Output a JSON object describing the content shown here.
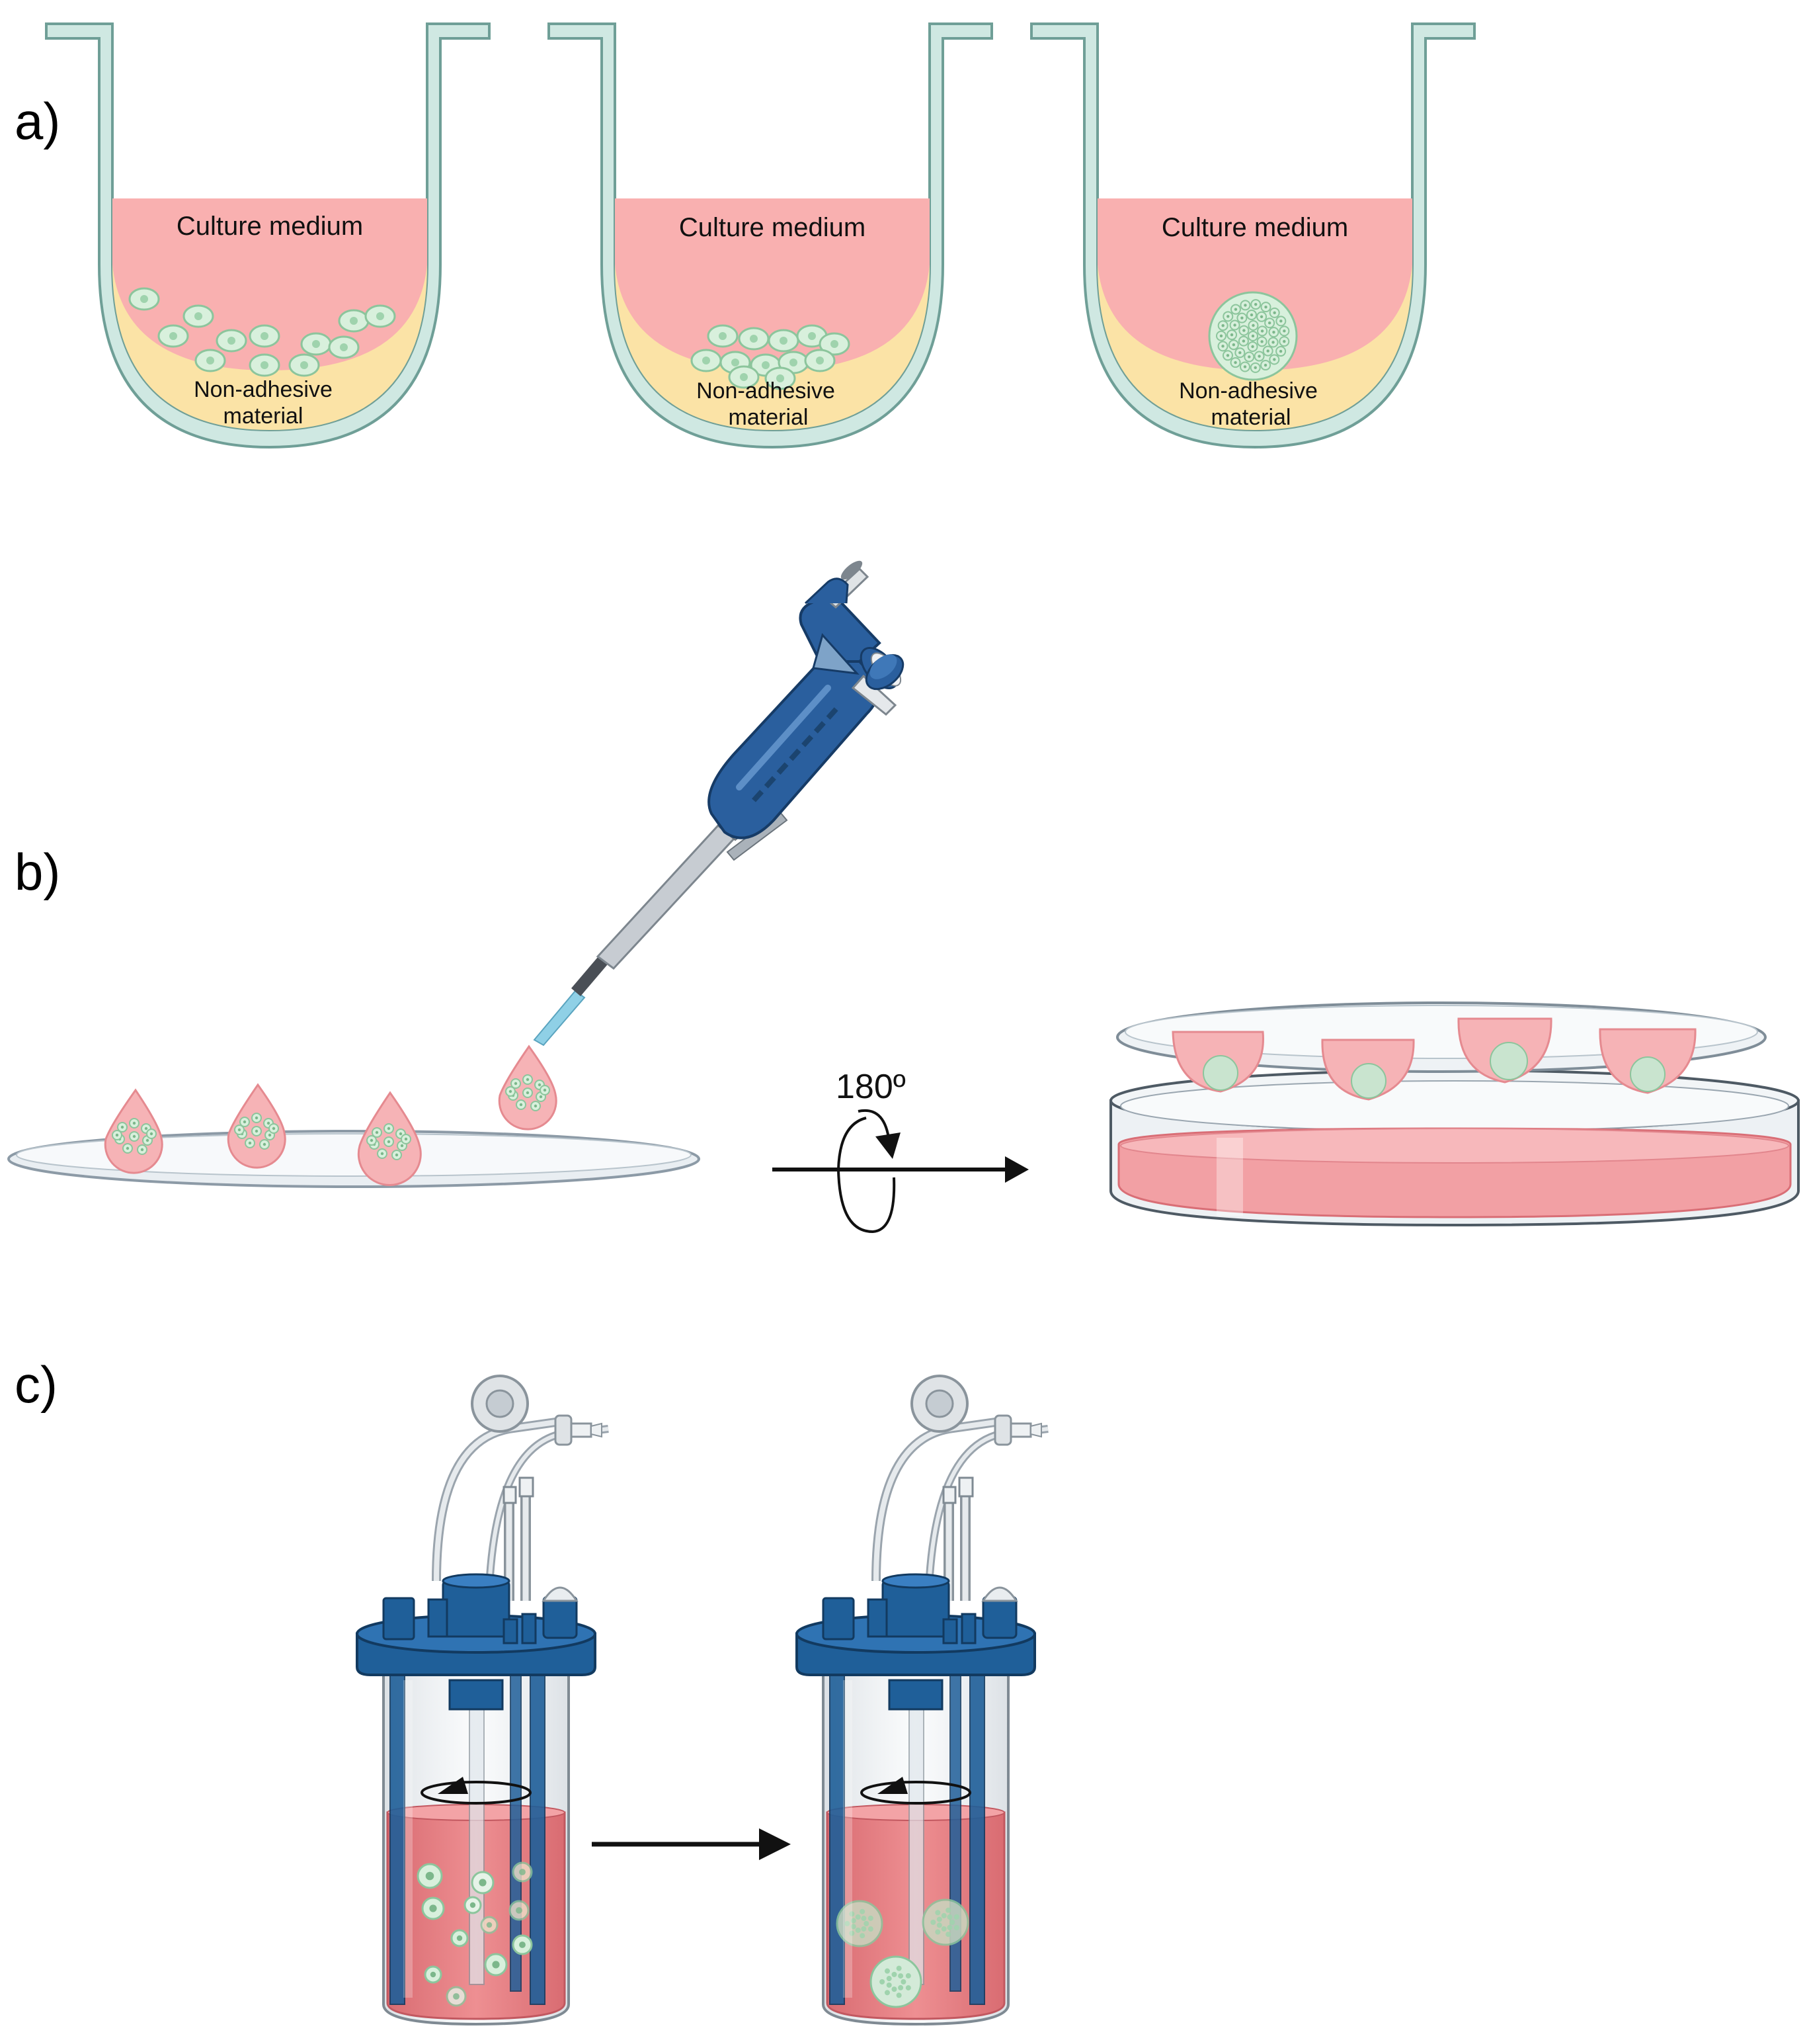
{
  "panels": {
    "a": {
      "label": "a)",
      "wells": [
        {
          "medium_label": "Culture medium",
          "material_label_1": "Non-adhesive",
          "material_label_2": "material"
        },
        {
          "medium_label": "Culture medium",
          "material_label_1": "Non-adhesive",
          "material_label_2": "material"
        },
        {
          "medium_label": "Culture medium",
          "material_label_1": "Non-adhesive",
          "material_label_2": "material"
        }
      ]
    },
    "b": {
      "label": "b)",
      "rotation_label": "180º"
    },
    "c": {
      "label": "c)"
    }
  },
  "colors": {
    "well_wall": "#cfe8e2",
    "well_wall_stroke": "#6f9f97",
    "culture_medium": "#f9b0b0",
    "non_adhesive_material": "#fbe3a6",
    "cell_fill": "#d8f0dc",
    "cell_stroke": "#8cc59c",
    "pipette_blue": "#2a5f9e",
    "bioreactor_blue": "#1f5f99",
    "dish_pink": "#f2a0a4",
    "arrow": "#111111"
  }
}
